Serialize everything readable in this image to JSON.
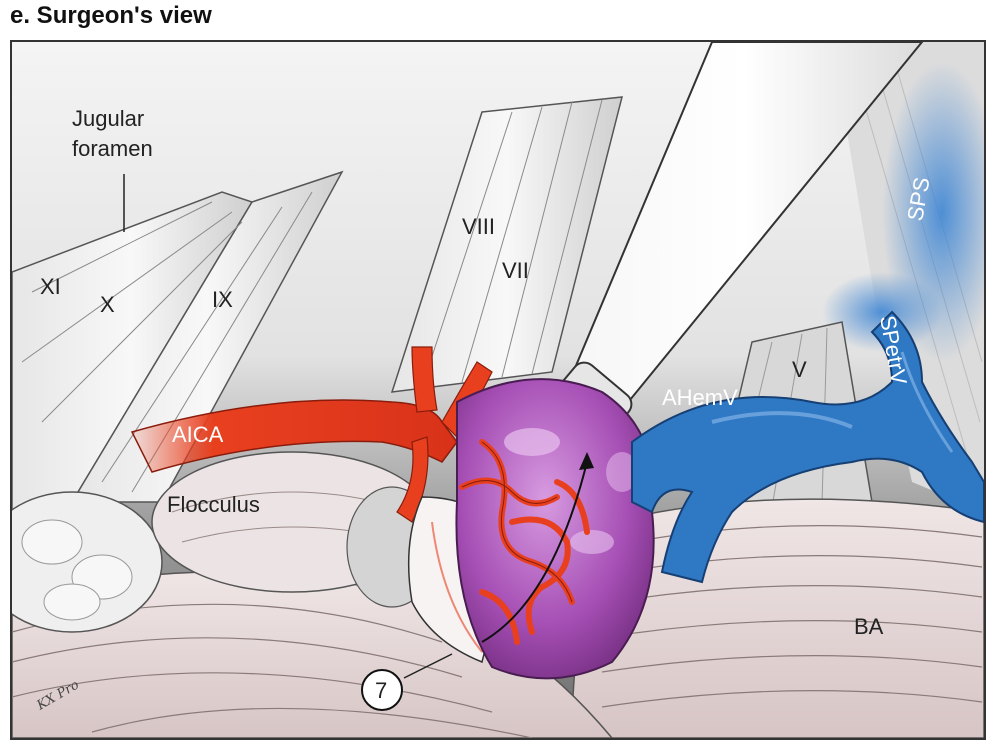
{
  "figure": {
    "title": "e. Surgeon's view",
    "signature": "KX Pro"
  },
  "labels": {
    "jugular_line1": "Jugular",
    "jugular_line2": "foramen",
    "xi": "XI",
    "x": "X",
    "ix": "IX",
    "viii": "VIII",
    "vii": "VII",
    "aica": "AICA",
    "flocculus": "Flocculus",
    "ahemv": "AHemV",
    "v": "V",
    "spetrv": "SPetrV",
    "sps": "SPS",
    "ba": "BA",
    "seven": "7"
  },
  "colors": {
    "artery": "#e8401f",
    "vein": "#2f78c4",
    "tumor": "#a64fb5",
    "tissue": "#e9dede",
    "nerve": "#d9d9d9",
    "background": "#f2f2f2"
  }
}
